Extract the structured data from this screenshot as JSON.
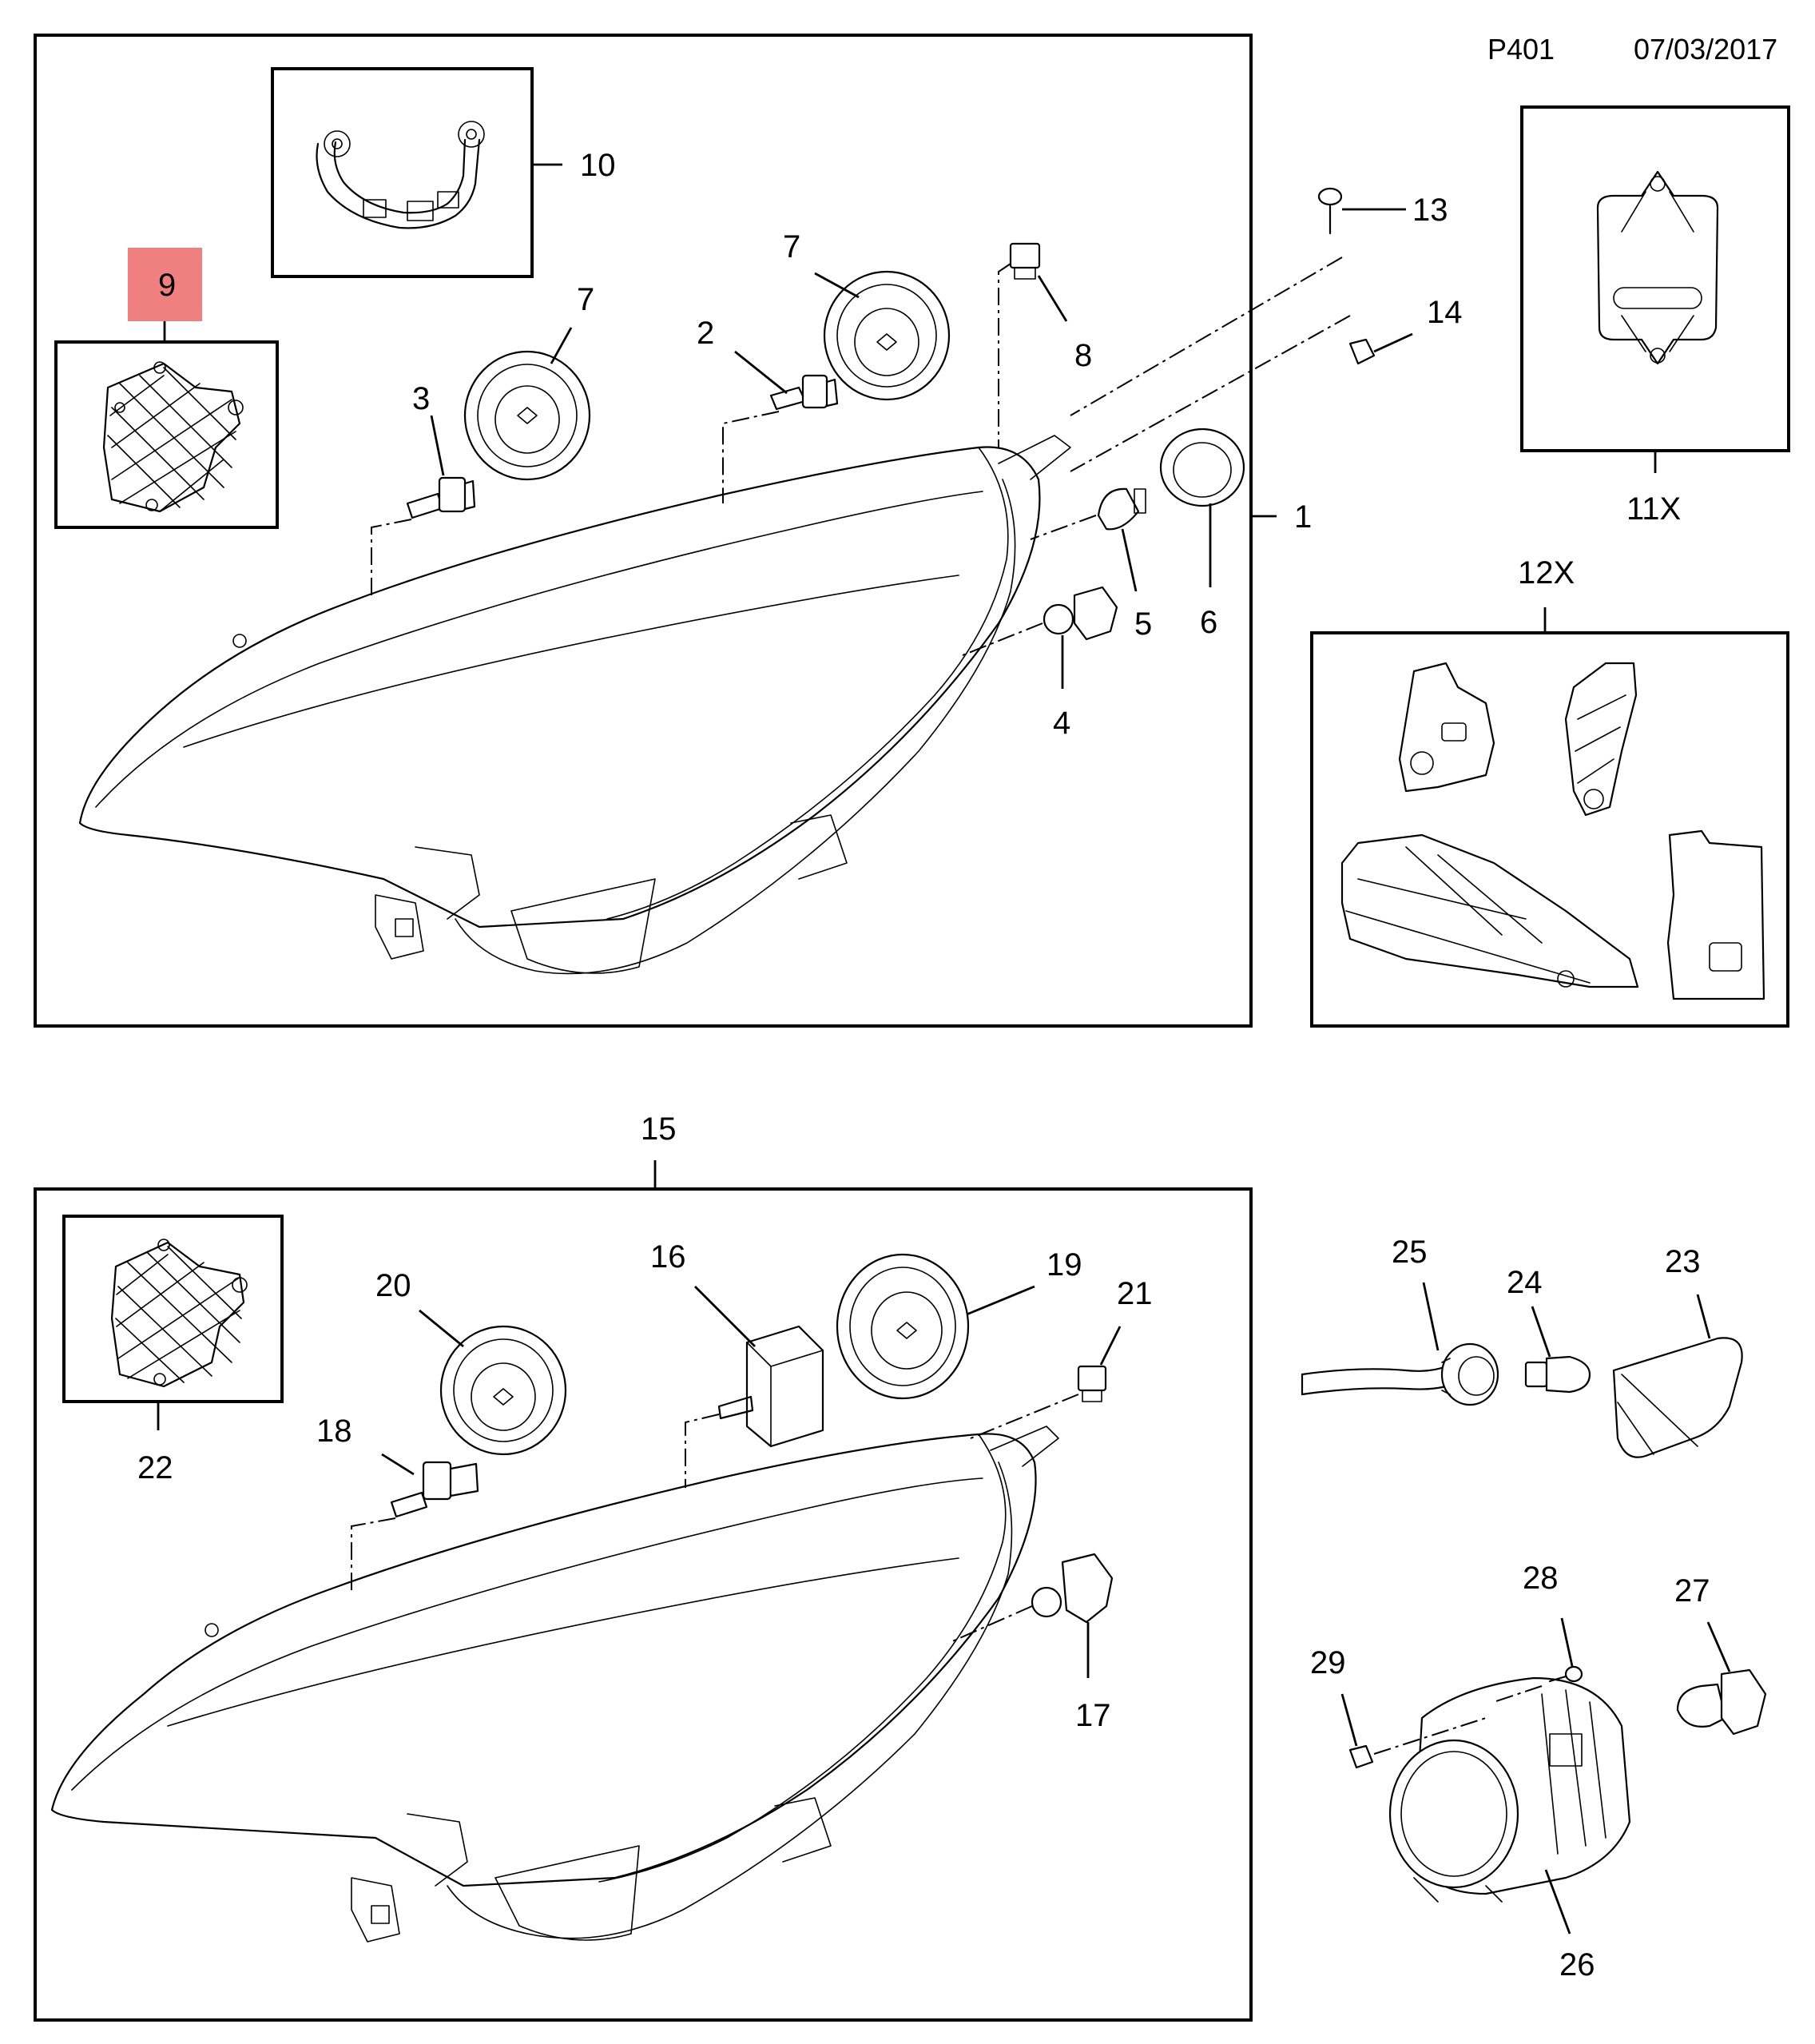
{
  "header": {
    "page_code": "P401",
    "date": "07/03/2017"
  },
  "highlight_color": "#f08080",
  "callouts": {
    "c1": "1",
    "c2": "2",
    "c3": "3",
    "c4": "4",
    "c5": "5",
    "c6": "6",
    "c7a": "7",
    "c7b": "7",
    "c8": "8",
    "c9": "9",
    "c10": "10",
    "c11x": "11X",
    "c12x": "12X",
    "c13": "13",
    "c14": "14",
    "c15": "15",
    "c16": "16",
    "c17": "17",
    "c18": "18",
    "c19": "19",
    "c20": "20",
    "c21": "21",
    "c22": "22",
    "c23": "23",
    "c24": "24",
    "c25": "25",
    "c26": "26",
    "c27": "27",
    "c28": "28",
    "c29": "29"
  },
  "highlighted_part": "9"
}
